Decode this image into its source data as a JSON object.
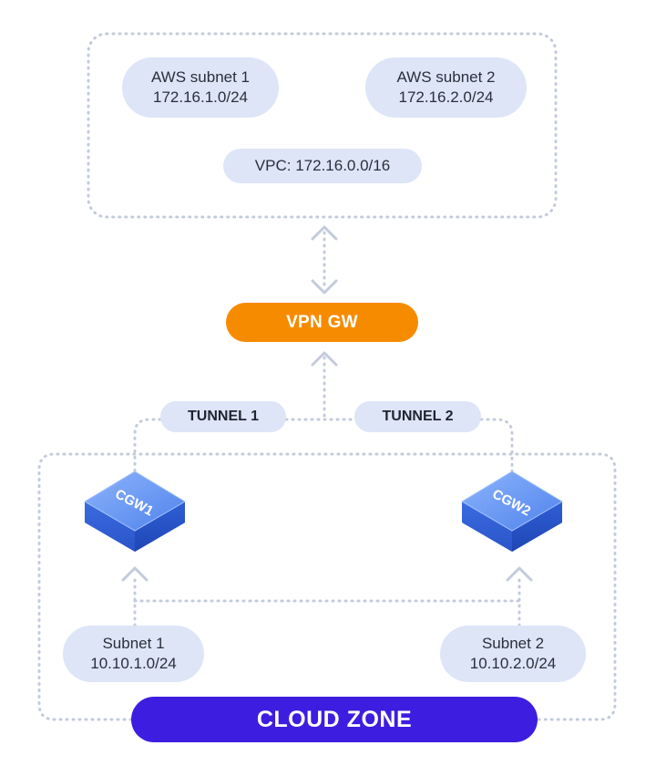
{
  "aws": {
    "subnet1": {
      "name": "AWS subnet 1",
      "cidr": "172.16.1.0/24"
    },
    "subnet2": {
      "name": "AWS subnet 2",
      "cidr": "172.16.2.0/24"
    },
    "vpc": "VPC: 172.16.0.0/16"
  },
  "vpn_gateway": {
    "label": "VPN GW",
    "color": "#f68b00"
  },
  "tunnels": [
    "TUNNEL 1",
    "TUNNEL 2"
  ],
  "customer_gateways": [
    "CGW1",
    "CGW2"
  ],
  "cloud": {
    "subnet1": {
      "name": "Subnet 1",
      "cidr": "10.10.1.0/24"
    },
    "subnet2": {
      "name": "Subnet 2",
      "cidr": "10.10.2.0/24"
    },
    "zone_label": "CLOUD ZONE",
    "zone_color": "#3d1ee0"
  },
  "colors": {
    "pill": "#dde5f7",
    "connector": "#c3cbdc",
    "router_top": "#6f9ef5",
    "router_side": "#3a6bdf"
  }
}
